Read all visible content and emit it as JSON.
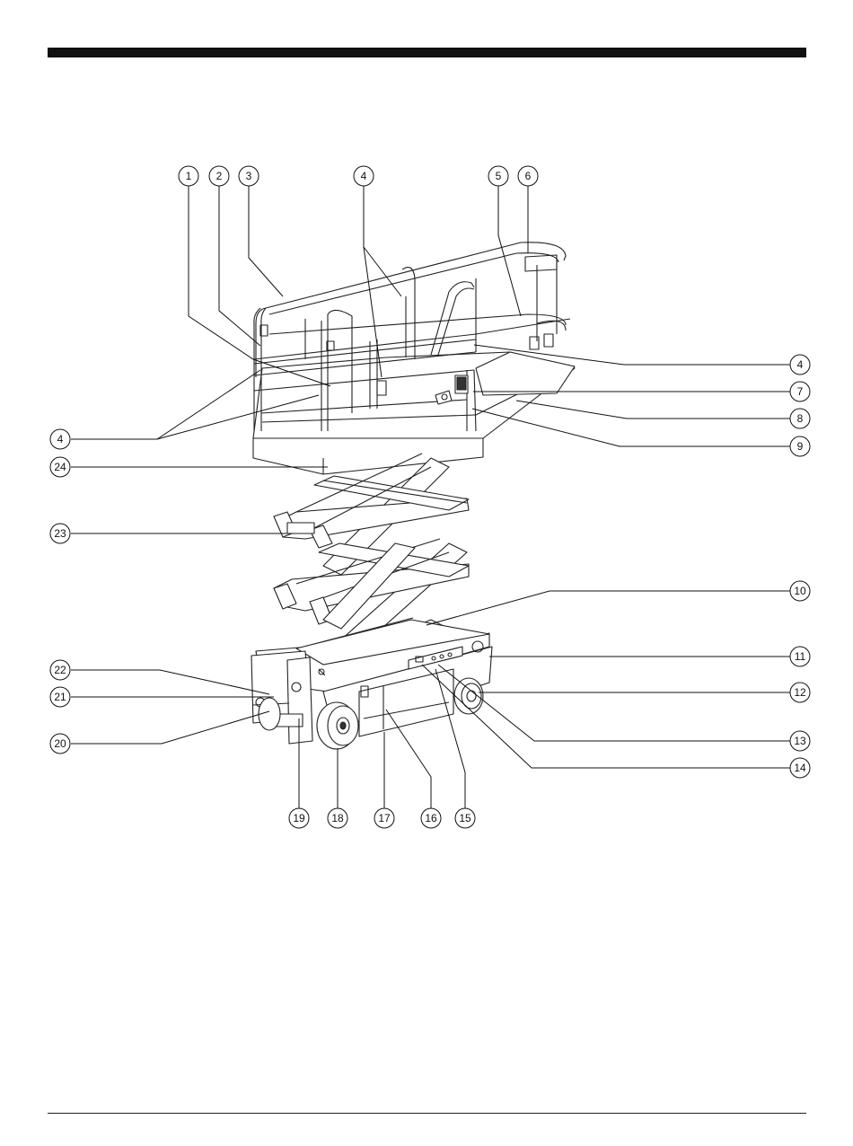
{
  "diagram": {
    "callouts": [
      {
        "id": "c1",
        "label": "1"
      },
      {
        "id": "c2",
        "label": "2"
      },
      {
        "id": "c3",
        "label": "3"
      },
      {
        "id": "c4-top",
        "label": "4"
      },
      {
        "id": "c5",
        "label": "5"
      },
      {
        "id": "c6",
        "label": "6"
      },
      {
        "id": "c4-right",
        "label": "4"
      },
      {
        "id": "c7",
        "label": "7"
      },
      {
        "id": "c8",
        "label": "8"
      },
      {
        "id": "c9",
        "label": "9"
      },
      {
        "id": "c4-left",
        "label": "4"
      },
      {
        "id": "c24",
        "label": "24"
      },
      {
        "id": "c23",
        "label": "23"
      },
      {
        "id": "c10",
        "label": "10"
      },
      {
        "id": "c11",
        "label": "11"
      },
      {
        "id": "c22",
        "label": "22"
      },
      {
        "id": "c21",
        "label": "21"
      },
      {
        "id": "c12",
        "label": "12"
      },
      {
        "id": "c20",
        "label": "20"
      },
      {
        "id": "c13",
        "label": "13"
      },
      {
        "id": "c14",
        "label": "14"
      },
      {
        "id": "c19",
        "label": "19"
      },
      {
        "id": "c18",
        "label": "18"
      },
      {
        "id": "c17",
        "label": "17"
      },
      {
        "id": "c16",
        "label": "16"
      },
      {
        "id": "c15",
        "label": "15"
      }
    ]
  }
}
